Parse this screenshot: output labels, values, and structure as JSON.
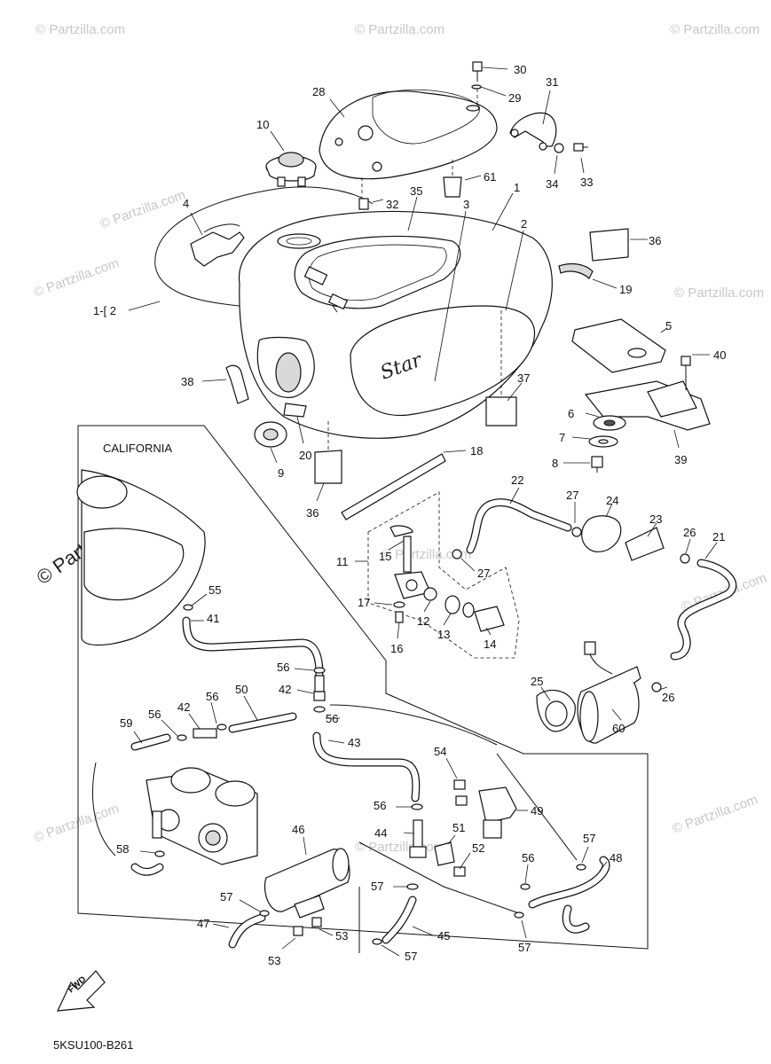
{
  "diagram_code": "5KSU100-B261",
  "inset_label": "CALIFORNIA",
  "fwd_label": "FWD",
  "watermark_text": "© Partzilla.com",
  "colors": {
    "ink": "#111111",
    "watermark": "#c8c8c8",
    "fill_grey": "#d9d9d9"
  },
  "callouts": [
    "30",
    "29",
    "31",
    "28",
    "10",
    "33",
    "34",
    "61",
    "1",
    "4",
    "35",
    "32",
    "3",
    "2",
    "36",
    "1-[ 2",
    "19",
    "5",
    "40",
    "38",
    "6",
    "37",
    "7",
    "18",
    "9",
    "20",
    "8",
    "39",
    "36",
    "22",
    "27",
    "24",
    "23",
    "26",
    "21",
    "15",
    "11",
    "27",
    "17",
    "12",
    "13",
    "14",
    "16",
    "25",
    "26",
    "60",
    "55",
    "41",
    "56",
    "42",
    "56",
    "50",
    "56",
    "43",
    "59",
    "56",
    "42",
    "54",
    "56",
    "49",
    "46",
    "44",
    "51",
    "52",
    "57",
    "56",
    "48",
    "58",
    "57",
    "57",
    "47",
    "53",
    "53",
    "45",
    "57",
    "57"
  ]
}
